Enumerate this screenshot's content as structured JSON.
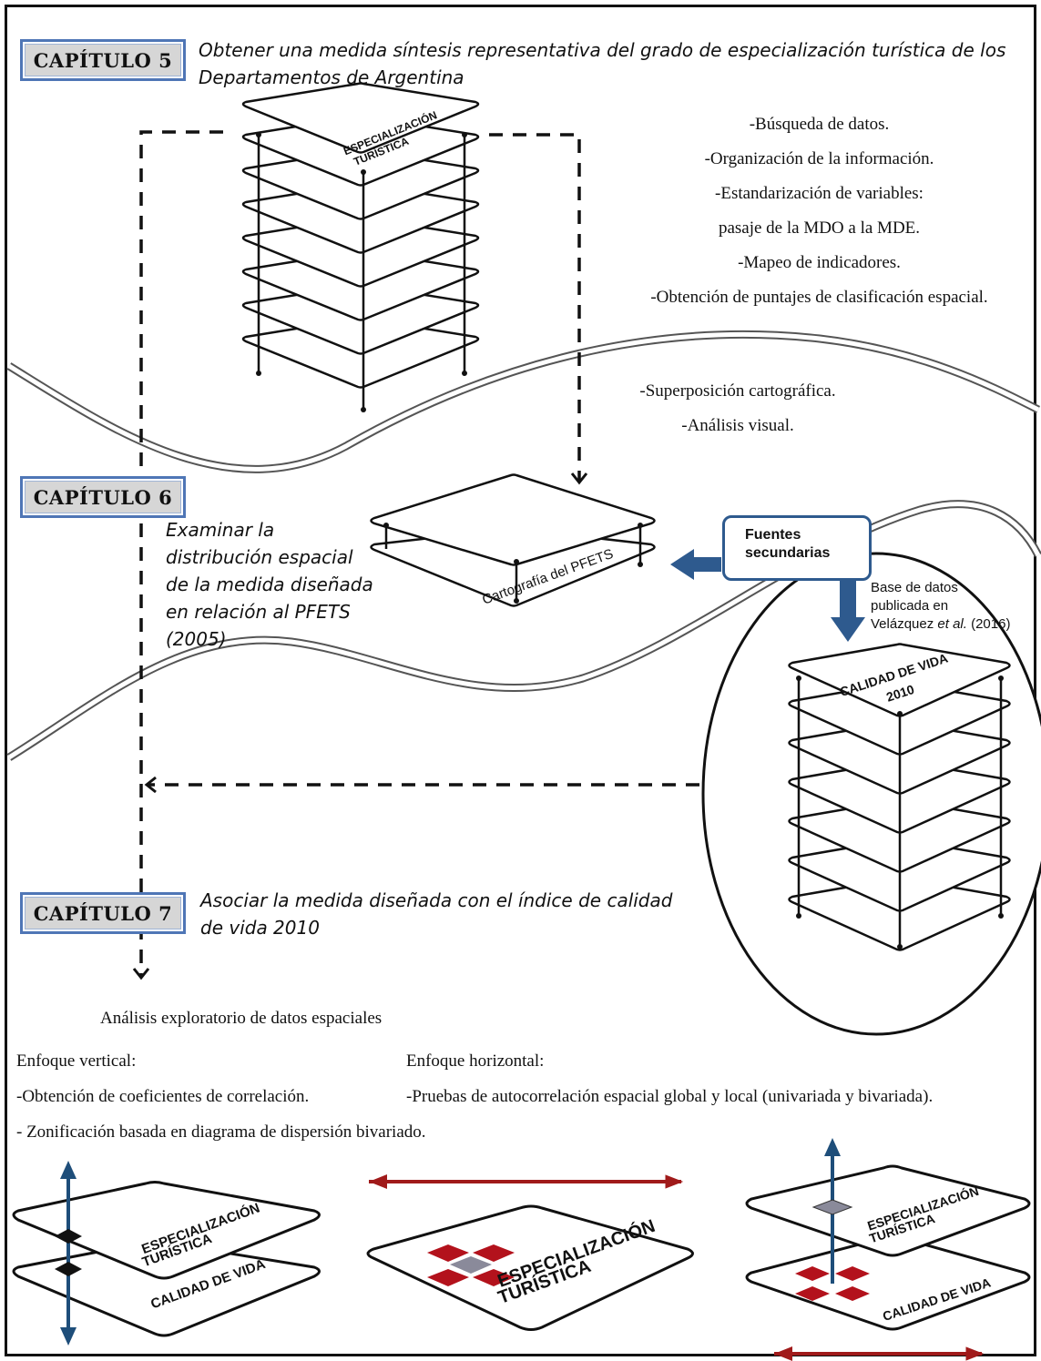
{
  "chapters": [
    {
      "label": "CAPÍTULO 5",
      "objective": "Obtener una medida síntesis representativa del grado de especialización turística de los Departamentos de Argentina"
    },
    {
      "label": "CAPÍTULO 6",
      "objective_lines": [
        "Examinar la",
        "distribución espacial",
        "de la medida diseñada",
        "en relación al PFETS",
        "(2005)"
      ]
    },
    {
      "label": "CAPÍTULO 7",
      "objective_lines": [
        "Asociar la medida diseñada con el índice de calidad",
        "de vida 2010"
      ]
    }
  ],
  "steps5": [
    "-Búsqueda de datos.",
    "-Organización de la información.",
    "-Estandarización de variables:",
    "pasaje de la MDO a la MDE.",
    "-Mapeo de indicadores.",
    "-Obtención de puntajes de clasificación espacial."
  ],
  "steps6": [
    "-Superposición cartográfica.",
    "-Análisis visual."
  ],
  "stack_labels": {
    "esp_line1": "ESPECIALIZACIÓN",
    "esp_line2": "TURÍSTICA",
    "pfets": "Cartografía del PFETS",
    "cv_line1": "CALIDAD DE VIDA",
    "cv_line2": "2010",
    "cv_short": "CALIDAD DE VIDA"
  },
  "sources": {
    "box_line1": "Fuentes",
    "box_line2": "secundarias",
    "db_line1": "Base de datos",
    "db_line2": "publicada en",
    "db_line3_a": "Velázquez ",
    "db_line3_b": "et al.",
    "db_line3_c": " (2016)"
  },
  "analysis": {
    "title": "Análisis exploratorio de datos espaciales",
    "vertical_title": "Enfoque vertical:",
    "horizontal_title": "Enfoque horizontal:",
    "vertical_1": "-Obtención de coeficientes de correlación.",
    "horizontal_1": "-Pruebas de autocorrelación espacial global y local (univariada y bivariada).",
    "vertical_2": "- Zonificación basada en diagrama de dispersión bivariado."
  },
  "colors": {
    "chapter_border": "#4f76b6",
    "source_border": "#2e5a8e",
    "arrow_blue": "#2e5a8e",
    "arrow_red": "#a01a1a",
    "cell_red": "#b3121c"
  }
}
